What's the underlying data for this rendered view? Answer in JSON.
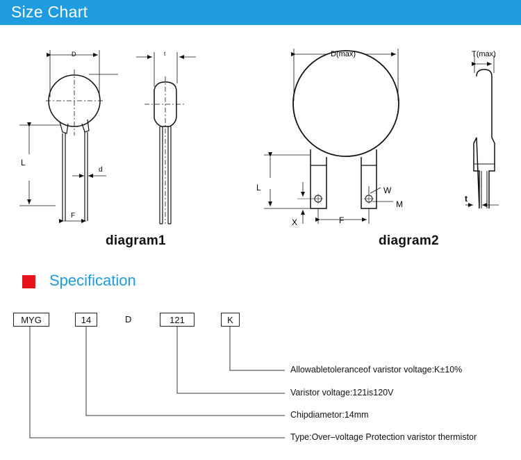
{
  "header": {
    "title": "Size Chart"
  },
  "diagram1": {
    "caption": "diagram1",
    "labels": {
      "D": "D",
      "T": "t",
      "L": "L",
      "d": "d",
      "F": "F"
    }
  },
  "diagram2": {
    "caption": "diagram2",
    "labels": {
      "D": "D(max)",
      "T": "T(max)",
      "L": "L",
      "W": "W",
      "M": "M",
      "X": "X",
      "F": "F",
      "t": "t"
    }
  },
  "specification": {
    "title": "Specification",
    "code": {
      "part1": "MYG",
      "part2": "14",
      "part3": "D",
      "part4": "121",
      "part5": "K"
    },
    "descriptions": {
      "tolerance": "Allowabletoleranceof varistor voltage:K±10%",
      "voltage": "Varistor voltage:121is120V",
      "diameter": "Chipdiametor:14mm",
      "type": "Type:Over–voltage Protection varistor thermistor"
    }
  },
  "colors": {
    "banner": "#1f9be0",
    "accent": "#e8141c",
    "spec_title": "#1f9be0"
  }
}
